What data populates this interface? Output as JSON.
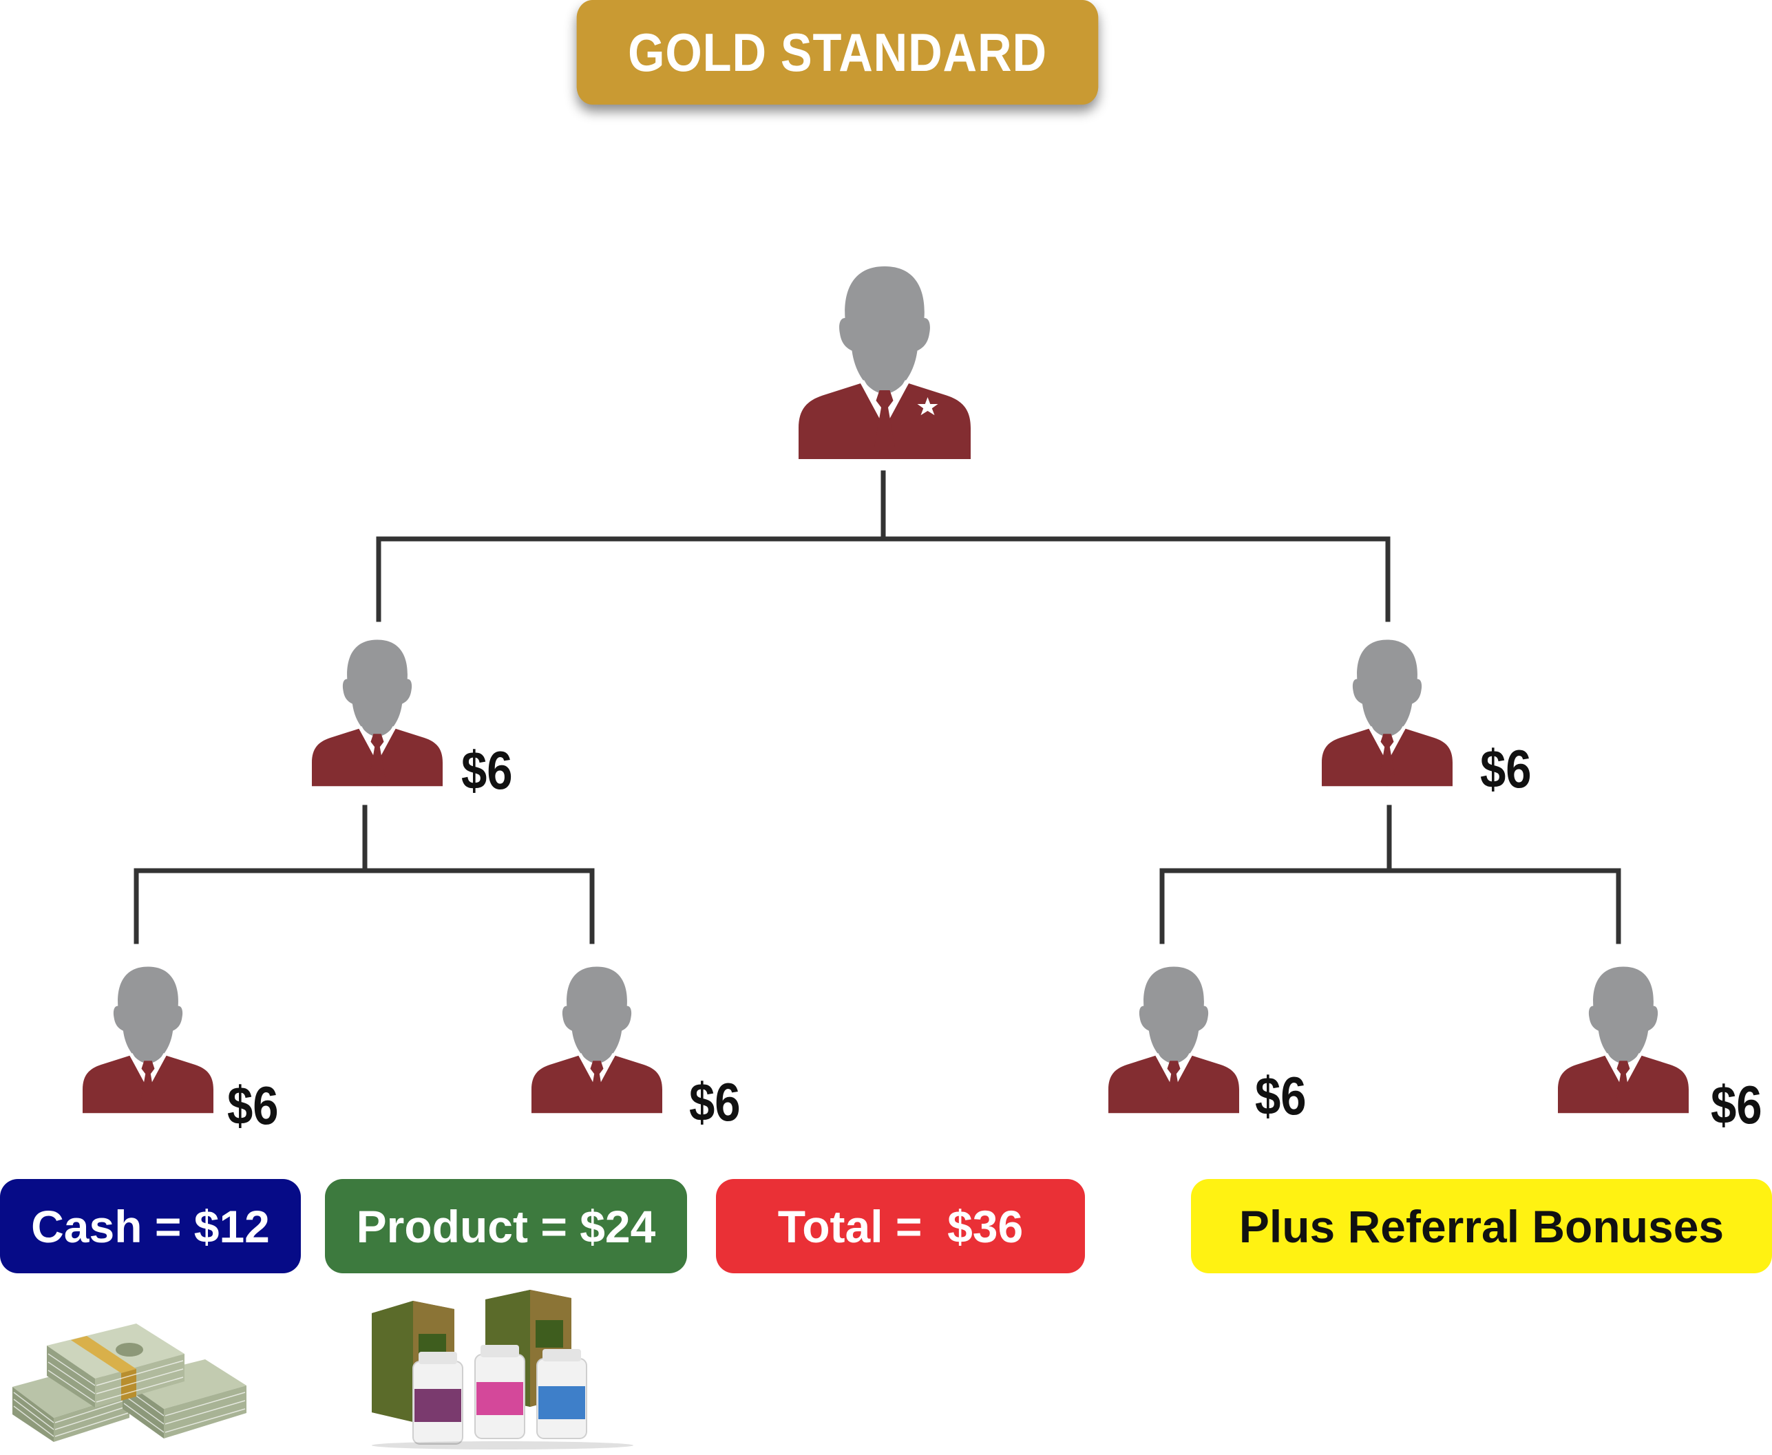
{
  "title": "GOLD STANDARD",
  "colors": {
    "title_bg": "#C99A33",
    "suit": "#832D31",
    "head": "#969799",
    "line": "#333333",
    "cash_bg": "#060B87",
    "product_bg": "#3D7A3E",
    "total_bg": "#EA3036",
    "bonus_bg": "#FFF212"
  },
  "tree": {
    "root": {
      "icon": "person-with-star-icon"
    },
    "level1": [
      {
        "payout": "$6",
        "icon": "person-icon"
      },
      {
        "payout": "$6",
        "icon": "person-icon"
      }
    ],
    "level2": [
      {
        "payout": "$6",
        "icon": "person-icon"
      },
      {
        "payout": "$6",
        "icon": "person-icon"
      },
      {
        "payout": "$6",
        "icon": "person-icon"
      },
      {
        "payout": "$6",
        "icon": "person-icon"
      }
    ]
  },
  "summary": {
    "cash": "Cash = $12",
    "product": "Product = $24",
    "total": "Total =  $36",
    "bonus": "Plus Referral Bonuses"
  },
  "images": {
    "cash": "money-stacks-icon",
    "product": "tea-boxes-and-supplement-bottles-icon"
  }
}
